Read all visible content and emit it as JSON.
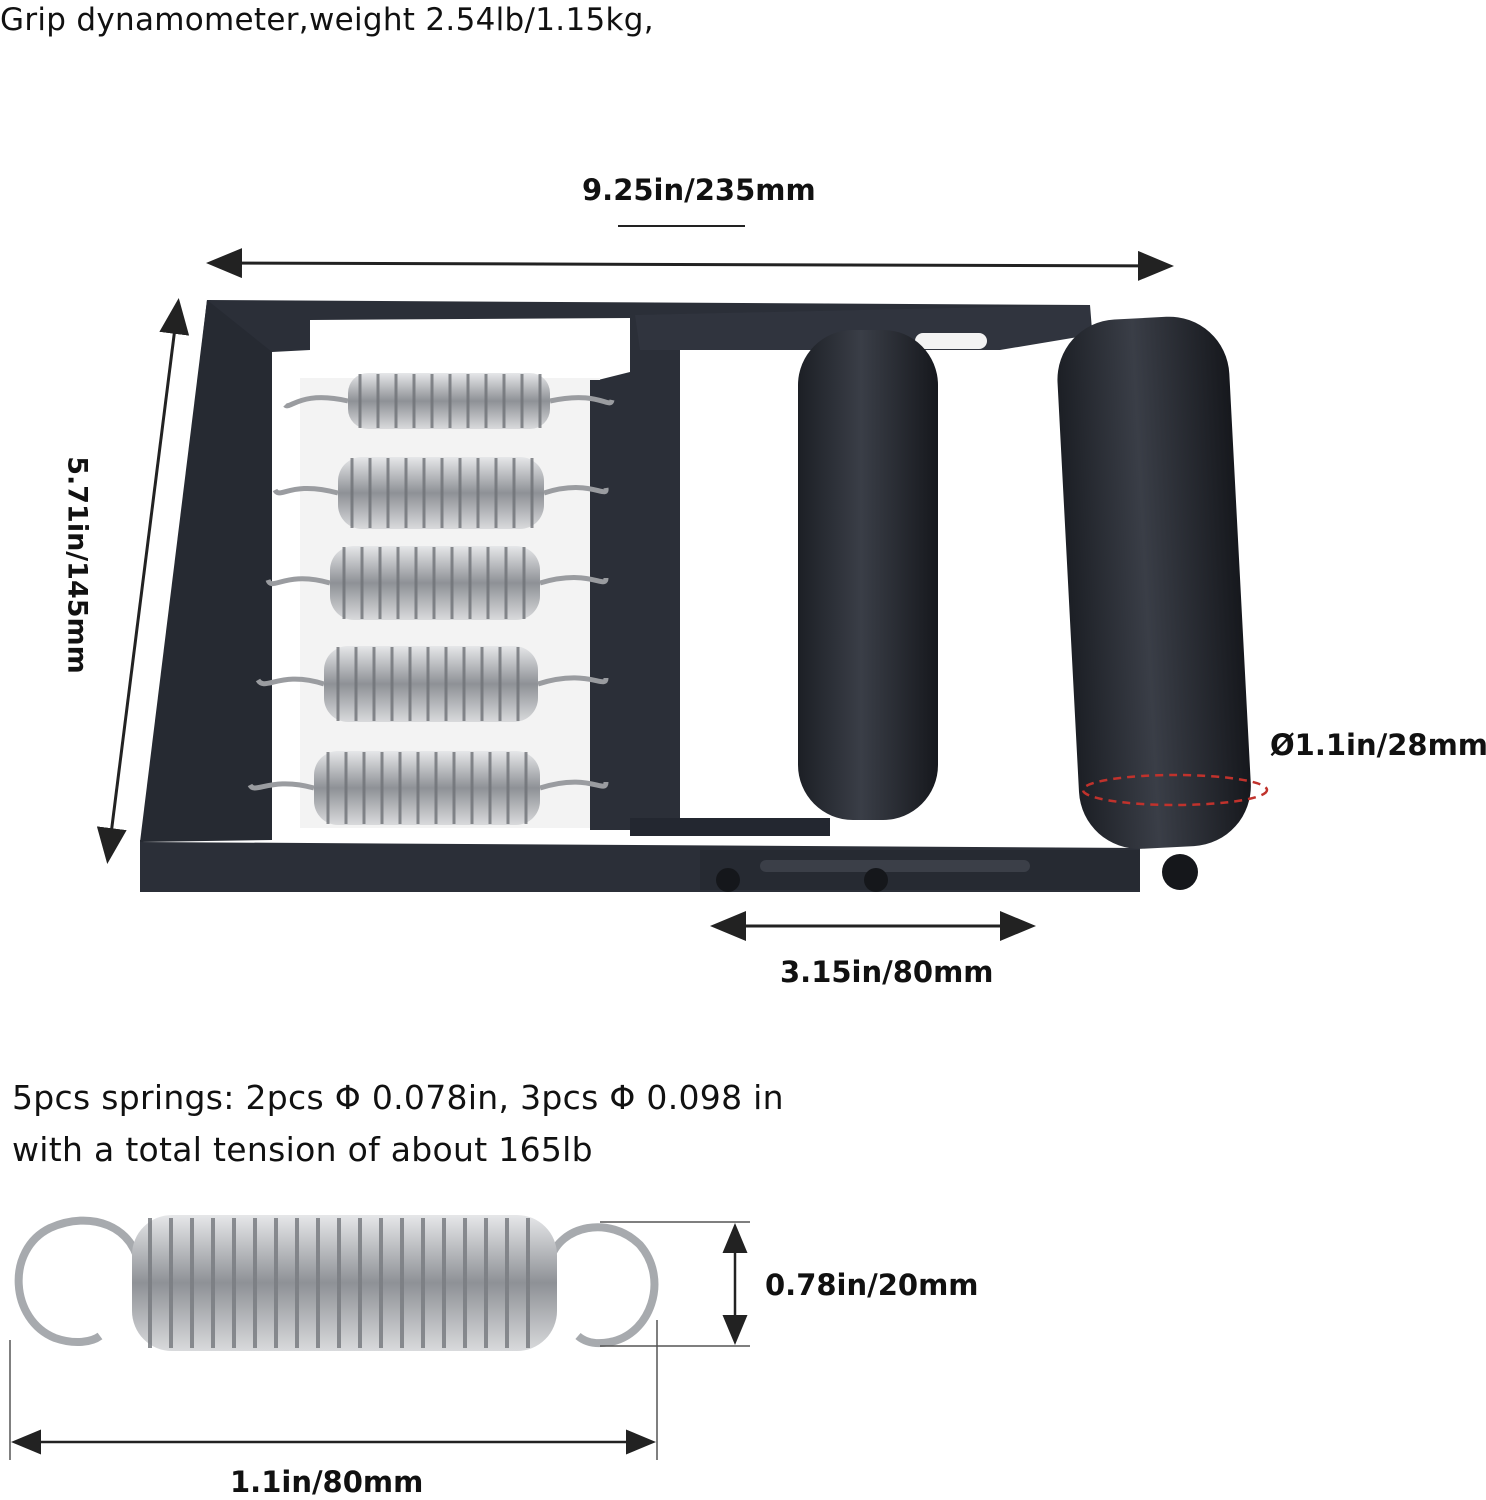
{
  "title": "Grip dynamometer,weight 2.54lb/1.15kg,",
  "dimensions": {
    "width": "9.25in/235mm",
    "height": "5.71in/145mm",
    "roller_diameter": "1.1in/28mm",
    "roller_prefix": "Ø",
    "slot_length": "3.15in/80mm"
  },
  "springs_note": {
    "line1": "5pcs springs: 2pcs Φ 0.078in, 3pcs Φ 0.098 in",
    "line2": "with a total tension of about 165lb"
  },
  "spring_dimensions": {
    "diameter": "0.78in/20mm",
    "length": "1.1in/80mm"
  },
  "colors": {
    "frame": "#2b2f38",
    "spring": "#b9bcc0",
    "accent_dash": "#c0322c"
  }
}
